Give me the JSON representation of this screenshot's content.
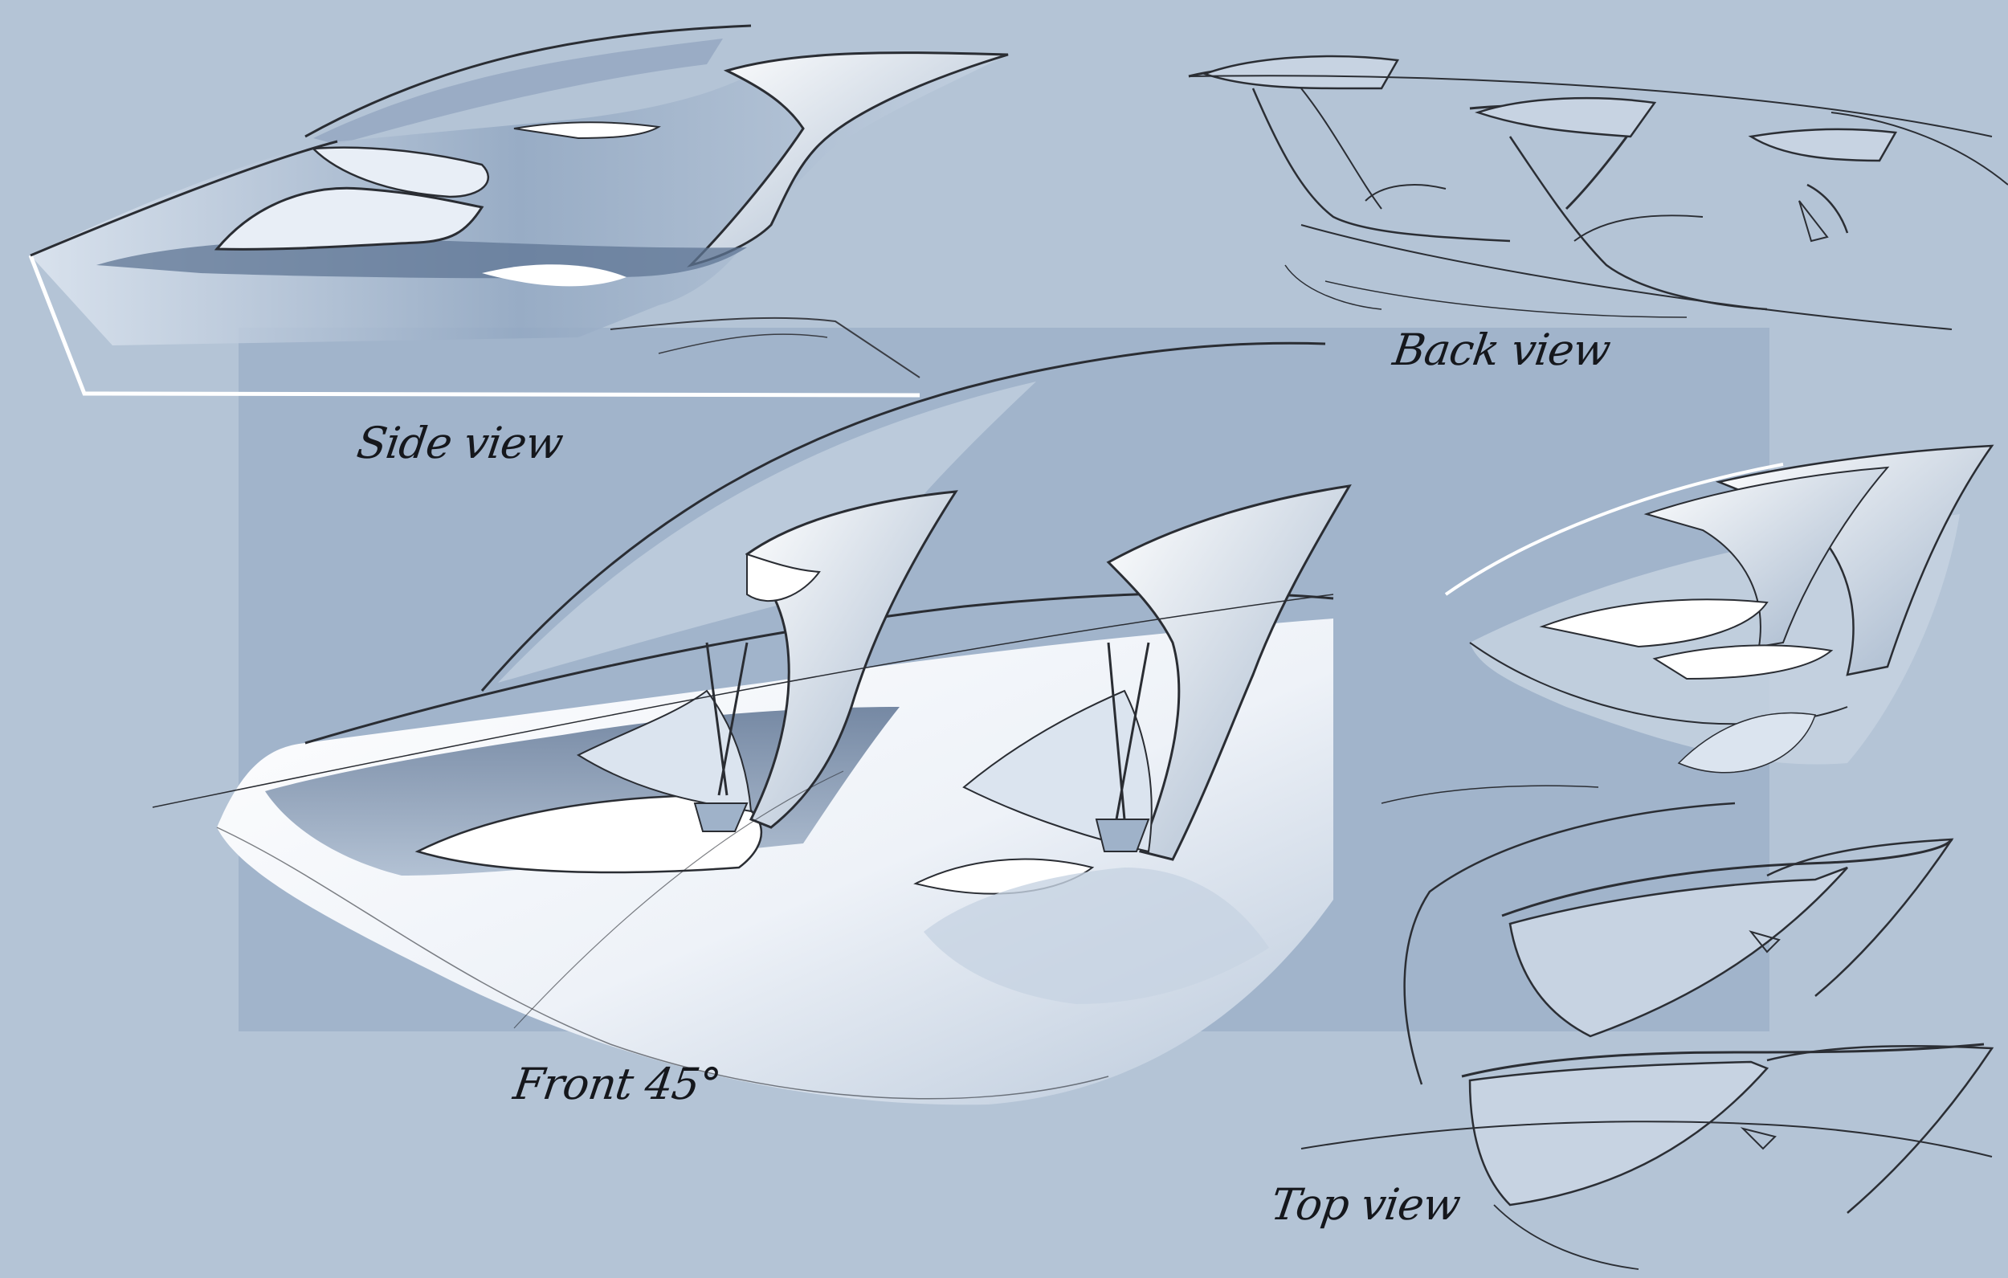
{
  "captions": {
    "side": "Side view",
    "back": "Back view",
    "front": "Front 45°",
    "top": "Top view"
  },
  "colors": {
    "background": "#b4c4d6",
    "inner_panel": "#9fb3cb",
    "shade_dark": "#5d7494",
    "surface_light": "#f3f6fa",
    "pencil": "#22252b"
  }
}
